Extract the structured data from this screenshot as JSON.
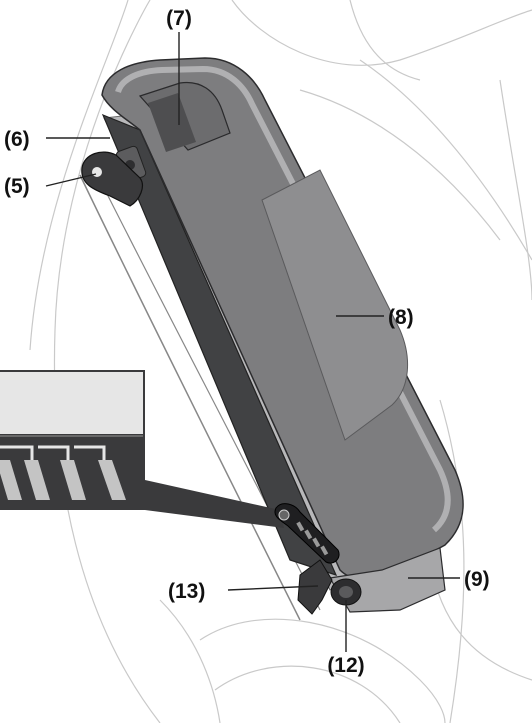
{
  "labels": {
    "battery_lock_key": "(5)",
    "lock": "(6)",
    "carrying_handle": "(7)",
    "battery_body": "(8)",
    "mounting_base": "(9)",
    "charging_socket": "(12)",
    "socket_cover": "(13)"
  },
  "colors": {
    "battery_body": "#7d7d7f",
    "battery_dark_side": "#414244",
    "rail": "#b8b8ba",
    "handle": "#6c6c6e",
    "label_area": "#8e8e90",
    "base": "#a7a7a9",
    "leader_line": "#222222",
    "frame_sketch": "#c9c9c9",
    "inset_fill": "#e6e6e6",
    "inset_dark": "#3a3a3c"
  },
  "icons": {
    "charge_indicator": "battery-level-icon",
    "power_button": "power-button-icon",
    "key": "key-icon"
  }
}
